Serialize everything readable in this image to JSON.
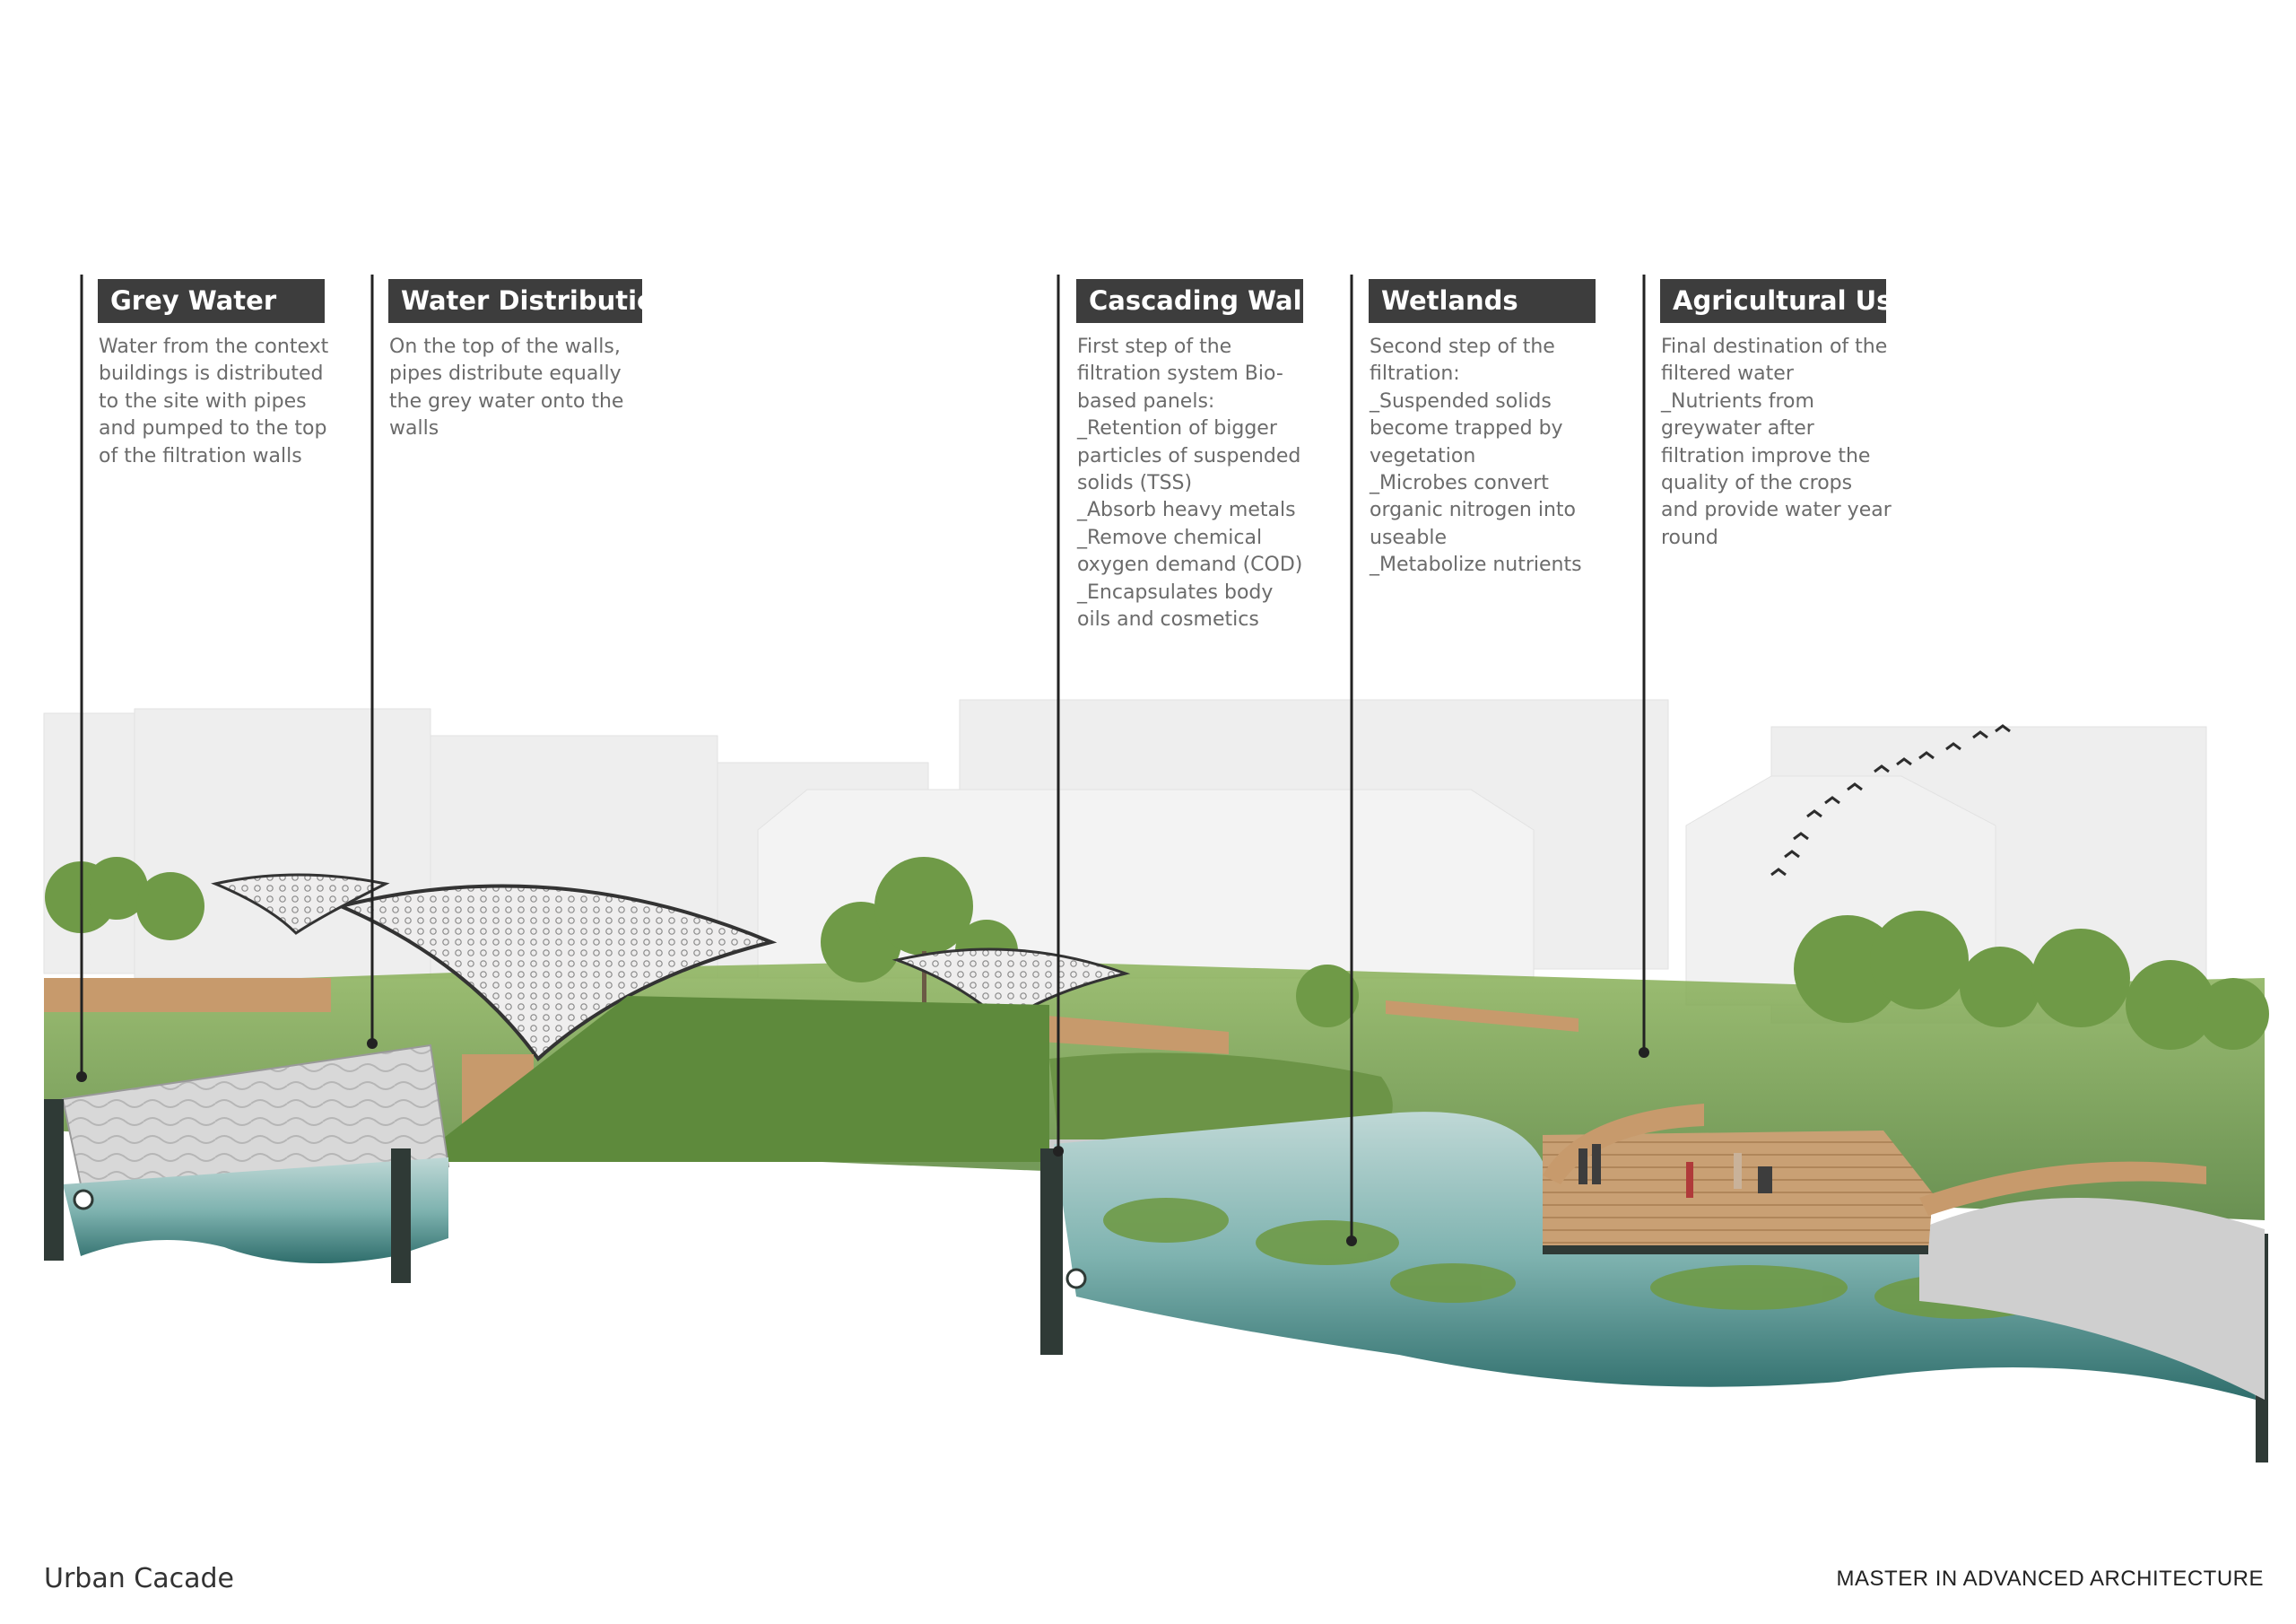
{
  "callouts": [
    {
      "title": "Grey Water",
      "text": "Water from the context\nbuildings is distributed\nto the site with pipes\nand pumped to the top\nof the filtration walls"
    },
    {
      "title": "Water Distribution",
      "text": "On the top of the walls,\npipes distribute equally\nthe grey water onto the\nwalls"
    },
    {
      "title": "Cascading Walls",
      "text": "First step of the\nfiltration system Bio-\nbased panels:\n_Retention of bigger\nparticles of suspended\nsolids (TSS)\n_Absorb heavy metals\n_Remove chemical\noxygen demand (COD)\n_Encapsulates body\noils and cosmetics"
    },
    {
      "title": "Wetlands",
      "text": "Second step of the\nfiltration:\n_Suspended solids\nbecome trapped by\nvegetation\n_Microbes convert\norganic nitrogen into\nuseable\n_Metabolize nutrients"
    },
    {
      "title": "Agricultural Use",
      "text": "Final destination of the\nfiltered water\n_Nutrients from\ngreywater after\nfiltration improve the\nquality of the crops\nand provide water year\nround"
    }
  ],
  "footer": {
    "project": "Urban Cacade",
    "program": "MASTER IN ADVANCED ARCHITECTURE"
  },
  "colors": {
    "label_bg": "#3d3d3d",
    "label_text": "#ffffff",
    "body_text": "#6b6b6b",
    "vegetation": "#6f9a47",
    "water": "#5f9b98",
    "deck": "#c79a6c"
  }
}
